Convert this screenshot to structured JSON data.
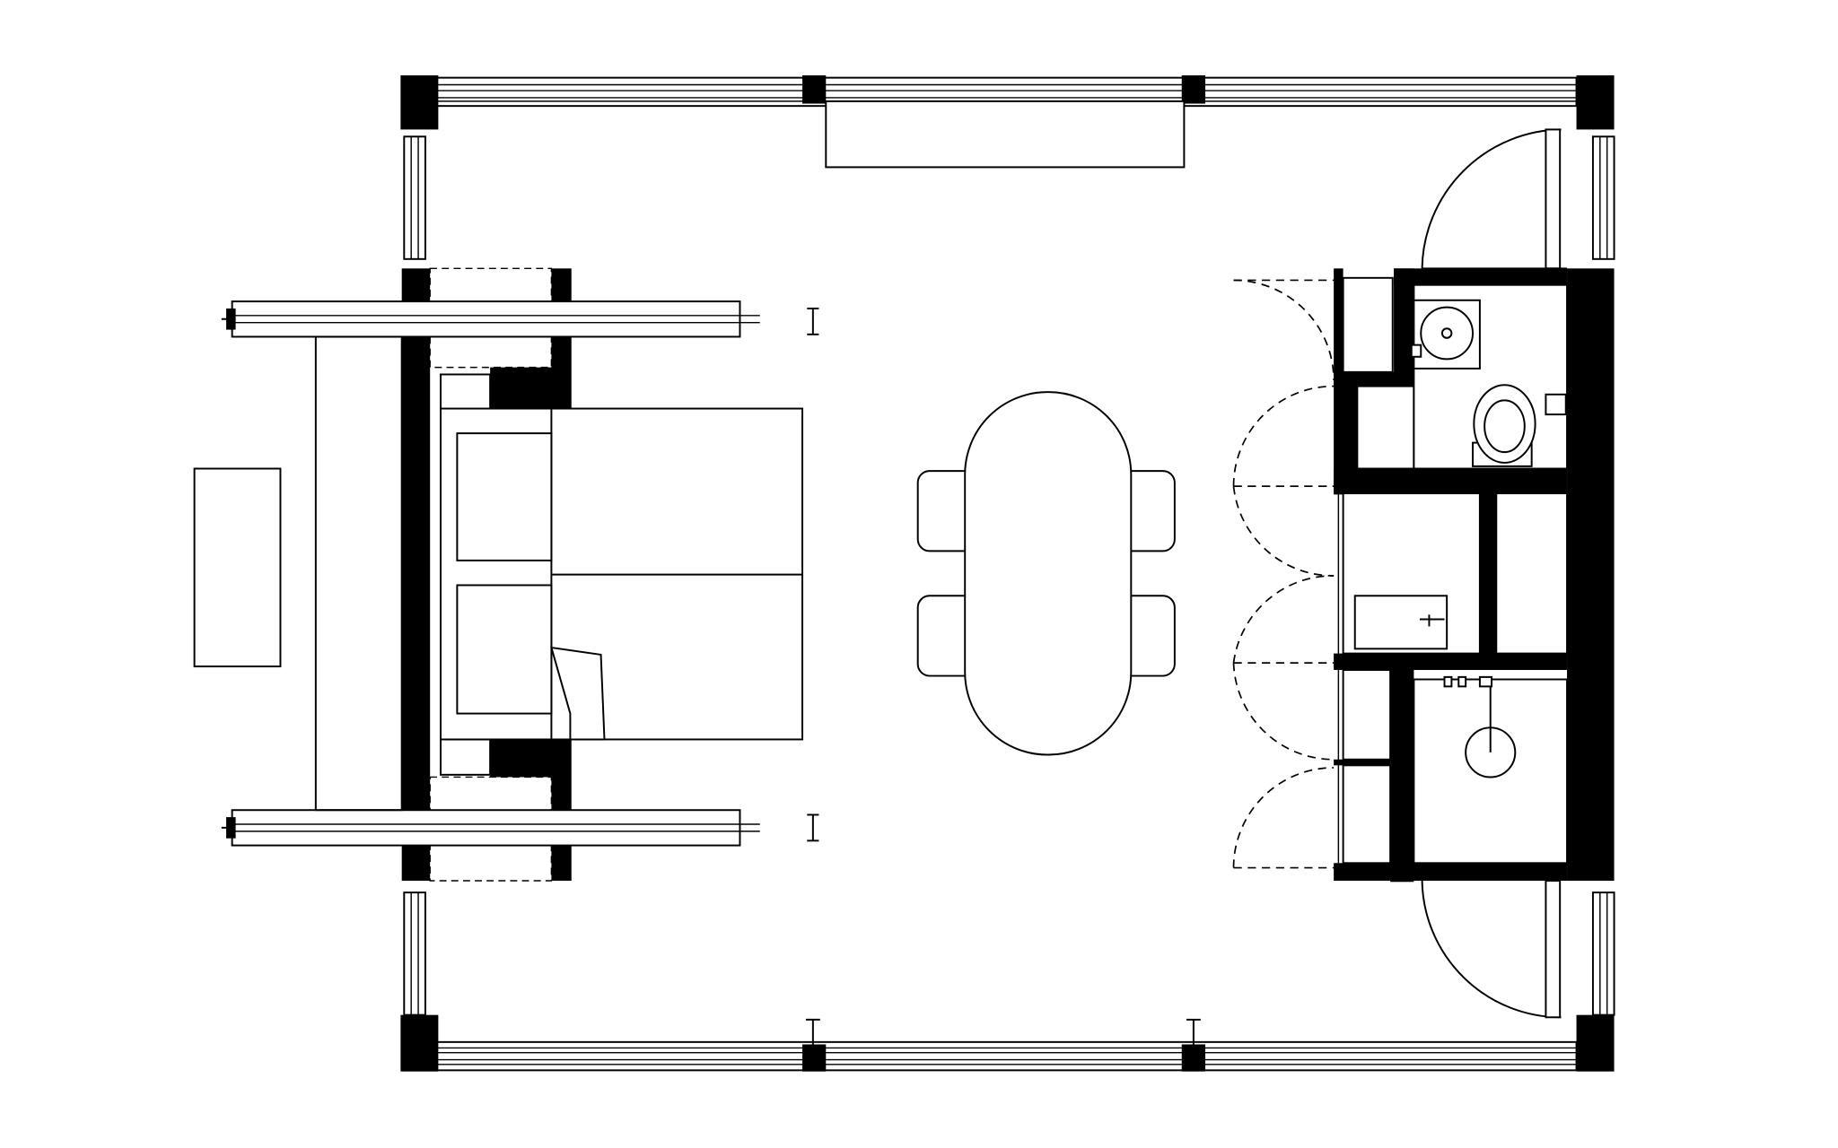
{
  "drawing": {
    "kind": "architectural floor plan",
    "style": "black-and-white line drawing",
    "labels": []
  },
  "colors": {
    "background": "#ffffff",
    "linework": "#000000",
    "wall_fill": "#000000"
  },
  "rooms": [
    "sleeping-area",
    "dining-area",
    "bathroom",
    "wardrobe",
    "shower",
    "terrace"
  ],
  "furniture": {
    "double_bed": 1,
    "pillows": 2,
    "dining_table": 1,
    "dining_chairs": 4,
    "bench": 1,
    "basin": 1,
    "toilet": 1,
    "shower_drain": 1
  }
}
